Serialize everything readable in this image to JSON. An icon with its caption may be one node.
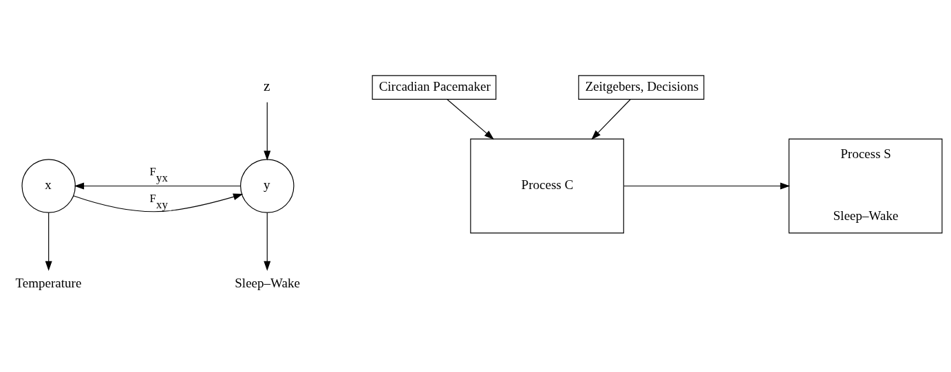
{
  "diagram": {
    "nodes": [
      {
        "text": [
          "z"
        ]
      },
      {
        "text": [
          "x"
        ]
      },
      {
        "text": [
          "y"
        ]
      },
      {
        "text": [
          "Temperature"
        ]
      },
      {
        "text": [
          "Sleep–Wake"
        ]
      },
      {
        "text": [
          "Circadian Pacemaker"
        ]
      },
      {
        "text": [
          "Zeitgebers, Decisions"
        ]
      },
      {
        "text": [
          "Process C"
        ]
      },
      {
        "text": [
          "Process S",
          "Sleep–Wake"
        ]
      }
    ],
    "edges": [
      {
        "from": 0,
        "to": 2,
        "arrow": "to"
      },
      {
        "from": 2,
        "to": 1,
        "arrow": "to",
        "label": "F$_{yx}$"
      },
      {
        "from": 1,
        "to": 2,
        "arrow": "to",
        "label": "F$_{xy}$"
      },
      {
        "from": 1,
        "to": 3,
        "arrow": "to"
      },
      {
        "from": 2,
        "to": 4,
        "arrow": "to"
      },
      {
        "from": 5,
        "to": 7,
        "arrow": "to"
      },
      {
        "from": 6,
        "to": 7,
        "arrow": "to"
      },
      {
        "from": 7,
        "to": 8,
        "arrow": "to"
      }
    ]
  }
}
